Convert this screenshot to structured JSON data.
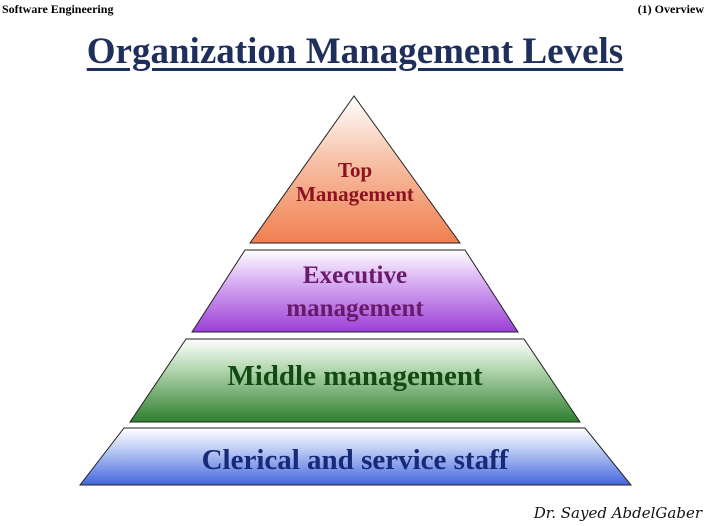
{
  "header": {
    "left": "Software Engineering",
    "right": "(1) Overview"
  },
  "title": "Organization Management Levels",
  "levels": [
    {
      "label": "Top Management",
      "line1": "Top",
      "line2": "Management"
    },
    {
      "label": "Executive management",
      "line1": "Executive",
      "line2": "management"
    },
    {
      "label": "Middle management"
    },
    {
      "label": "Clerical and service staff"
    }
  ],
  "signature": "Dr. Sayed AbdelGaber",
  "colors": {
    "title": "#1f2f5c",
    "top_fill": "#f4a07a",
    "top_text": "#8b1220",
    "exec_fill": "#a44fd8",
    "exec_text": "#6a1a6a",
    "middle_fill": "#3f8f3f",
    "middle_text": "#134a13",
    "clerical_fill": "#5577dd",
    "clerical_text": "#172a78"
  }
}
